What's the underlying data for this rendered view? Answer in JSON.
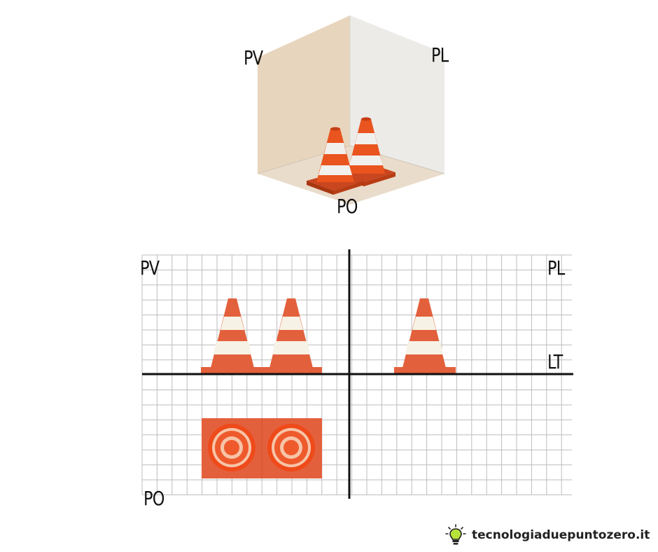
{
  "labels": {
    "top_pv": "PV",
    "top_pl": "PL",
    "top_po": "PO",
    "grid_pv": "PV",
    "grid_pl": "PL",
    "grid_lt": "LT",
    "grid_po": "PO"
  },
  "footer": {
    "brand": "tecnologiaduepuntozero.it",
    "icon": "lightbulb-icon"
  },
  "colors": {
    "vertical_plane": "#e8d5bd",
    "side_plane": "#ecebe8",
    "floor_plane": "#e9dccb",
    "cone_orange": "#e3603c",
    "cone_stripe": "#f7f2e6",
    "grid_line": "#bbbbbb",
    "axis_line": "#111111",
    "bulb": "#b6e23a"
  }
}
